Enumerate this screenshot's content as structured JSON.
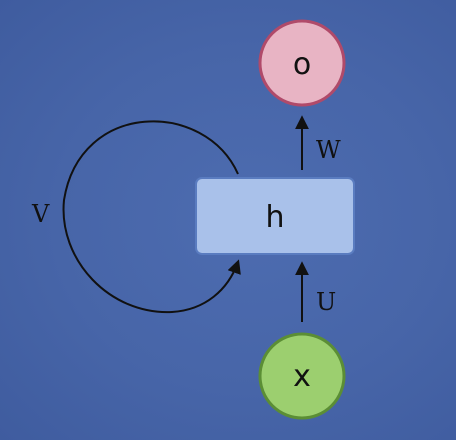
{
  "diagram": {
    "nodes": {
      "output": {
        "label": "o",
        "fill": "#e8b4c4",
        "stroke": "#b04a6a"
      },
      "hidden": {
        "label": "h",
        "fill": "#a9c1ea",
        "stroke": "#5a7cc0"
      },
      "input": {
        "label": "x",
        "fill": "#9ccf6f",
        "stroke": "#5b8e35"
      }
    },
    "edges": {
      "hidden_to_output": {
        "label": "W"
      },
      "input_to_hidden": {
        "label": "U"
      },
      "recurrent": {
        "label": "V"
      }
    },
    "colors": {
      "background": "#4765a8",
      "line": "#111111"
    }
  }
}
